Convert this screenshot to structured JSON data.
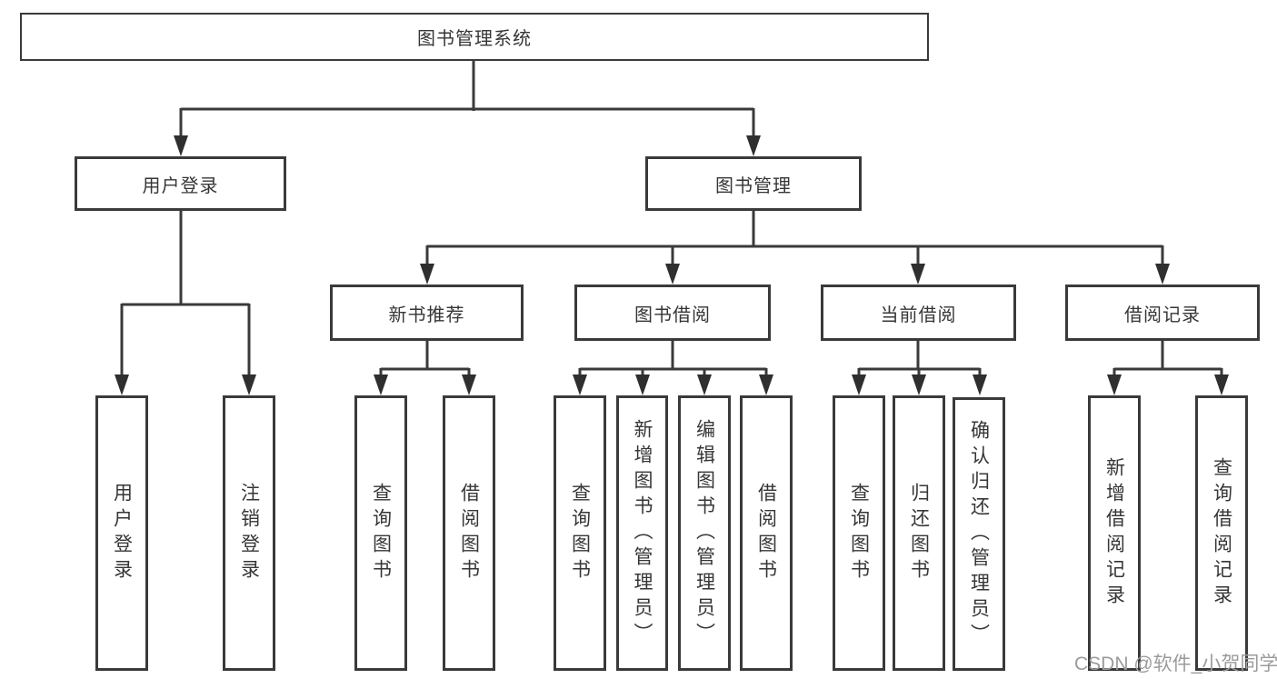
{
  "tree": {
    "label": "图书管理系统",
    "children": [
      {
        "label": "用户登录",
        "children": [
          {
            "label": "用户登录"
          },
          {
            "label": "注销登录"
          }
        ]
      },
      {
        "label": "图书管理",
        "children": [
          {
            "label": "新书推荐",
            "children": [
              {
                "label": "查询图书"
              },
              {
                "label": "借阅图书"
              }
            ]
          },
          {
            "label": "图书借阅",
            "children": [
              {
                "label": "查询图书"
              },
              {
                "label": "新增图书（管理员）"
              },
              {
                "label": "编辑图书（管理员）"
              },
              {
                "label": "借阅图书"
              }
            ]
          },
          {
            "label": "当前借阅",
            "children": [
              {
                "label": "查询图书"
              },
              {
                "label": "归还图书"
              },
              {
                "label": "确认归还（管理员）"
              }
            ]
          },
          {
            "label": "借阅记录",
            "children": [
              {
                "label": "新增借阅记录"
              },
              {
                "label": "查询借阅记录"
              }
            ]
          }
        ]
      }
    ]
  },
  "watermark": {
    "text": "CSDN @软件_小贺同学"
  },
  "colors": {
    "line": "#3a3a3a",
    "text": "#363636",
    "watermark": "#9b9b9b",
    "background": "#ffffff"
  }
}
